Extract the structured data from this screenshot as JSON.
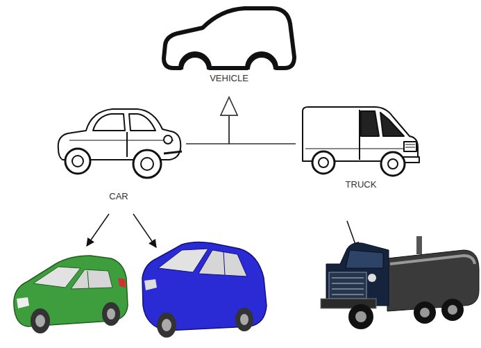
{
  "diagram": {
    "nodes": [
      {
        "text": [
          "VEHICLE"
        ]
      },
      {
        "text": [
          "CAR"
        ]
      },
      {
        "text": [
          "TRUCK"
        ]
      }
    ],
    "edges": [
      {
        "from": 1,
        "to": 0,
        "arrow": "to"
      },
      {
        "from": 2,
        "to": 0,
        "arrow": "to"
      }
    ]
  }
}
